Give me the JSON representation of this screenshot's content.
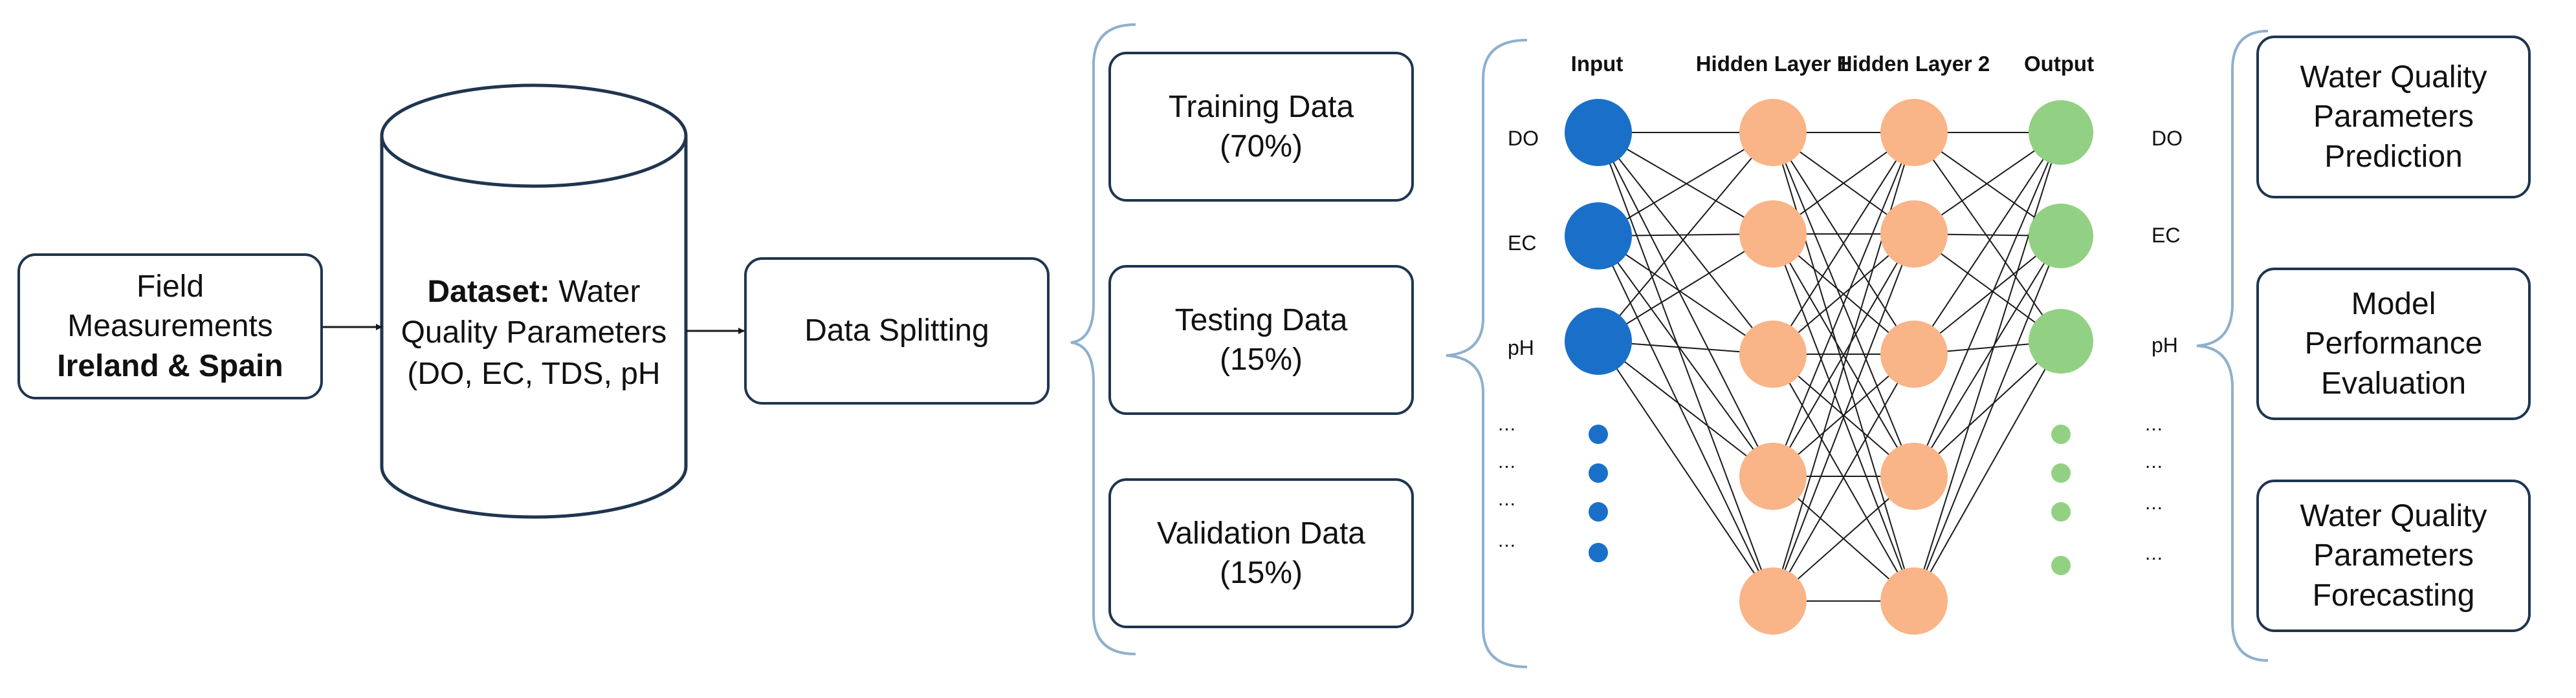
{
  "colors": {
    "box_border": "#1f3550",
    "input_node": "#1a70c8",
    "hidden_node": "#f9b488",
    "output_node": "#92d183",
    "connection": "#1a1a1a",
    "bracket": "#8fb0cc"
  },
  "field_box": {
    "line1": "Field",
    "line2": "Measurements",
    "line3_bold": "Ireland & Spain"
  },
  "dataset": {
    "bold_label": "Dataset:",
    "rest_line1": "Water",
    "line2": "Quality",
    "line3": "Parameters (DO,",
    "line4": "EC, TDS, pH"
  },
  "splitting": {
    "label": "Data Splitting"
  },
  "splits": [
    {
      "line1": "Training Data",
      "line2": "(70%)"
    },
    {
      "line1": "Testing Data",
      "line2": "(15%)"
    },
    {
      "line1": "Validation Data",
      "line2": "(15%)"
    }
  ],
  "network": {
    "layers": [
      "Input",
      "Hidden Layer 1",
      "Hidden Layer 2",
      "Output"
    ],
    "input_labels": [
      "DO",
      "EC",
      "pH",
      "...",
      "...",
      "...",
      "..."
    ],
    "output_labels": [
      "DO",
      "EC",
      "pH",
      "...",
      "...",
      "...",
      "..."
    ]
  },
  "outcomes": [
    {
      "line1": "Water Quality",
      "line2": "Parameters",
      "line3": "Prediction"
    },
    {
      "line1": "Model",
      "line2": "Performance",
      "line3": "Evaluation"
    },
    {
      "line1": "Water Quality",
      "line2": "Parameters",
      "line3": "Forecasting"
    }
  ]
}
